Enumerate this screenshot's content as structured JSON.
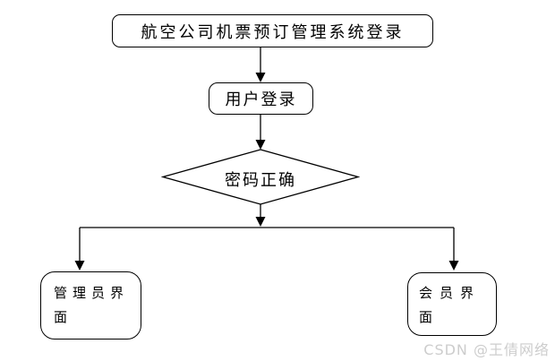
{
  "flowchart": {
    "nodes": {
      "title": {
        "label": "航空公司机票预订管理系统登录"
      },
      "login": {
        "label": "用户登录"
      },
      "decision": {
        "label": "密码正确"
      },
      "admin": {
        "label": "管理员界面"
      },
      "member": {
        "label": "会员界面"
      }
    },
    "colors": {
      "line": "#000000",
      "node_border": "#000000",
      "node_fill": "#ffffff",
      "text": "#000000",
      "background": "#ffffff",
      "watermark_text": "#cdcdcd"
    }
  },
  "watermark": {
    "label": "CSDN @王倩网络"
  }
}
